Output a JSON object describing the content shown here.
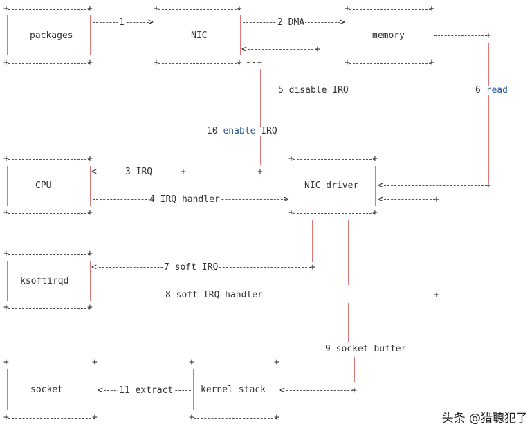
{
  "nodes": {
    "packages": "packages",
    "nic": "NIC",
    "memory": "memory",
    "cpu": "CPU",
    "nic_driver": "NIC driver",
    "ksoftirqd": "ksoftirqd",
    "socket": "socket",
    "kernel_stack": "kernel stack"
  },
  "edges": {
    "e1": "1",
    "e2": "2 DMA",
    "e3": "3 IRQ",
    "e4": "4 IRQ handler",
    "e5": "5 disable IRQ",
    "e6_num": "6 ",
    "e6_kw": "read",
    "e7": "7 soft IRQ",
    "e8": "8 soft IRQ handler",
    "e9": "9 socket buffer",
    "e10_num": "10 ",
    "e10_kw": "enable",
    "e10_rest": " IRQ",
    "e11": "11 extract"
  },
  "watermark": "头条 @猎聰犯了",
  "colors": {
    "bar": "#e07575",
    "text": "#333333",
    "keyword": "#2a5a9a"
  }
}
